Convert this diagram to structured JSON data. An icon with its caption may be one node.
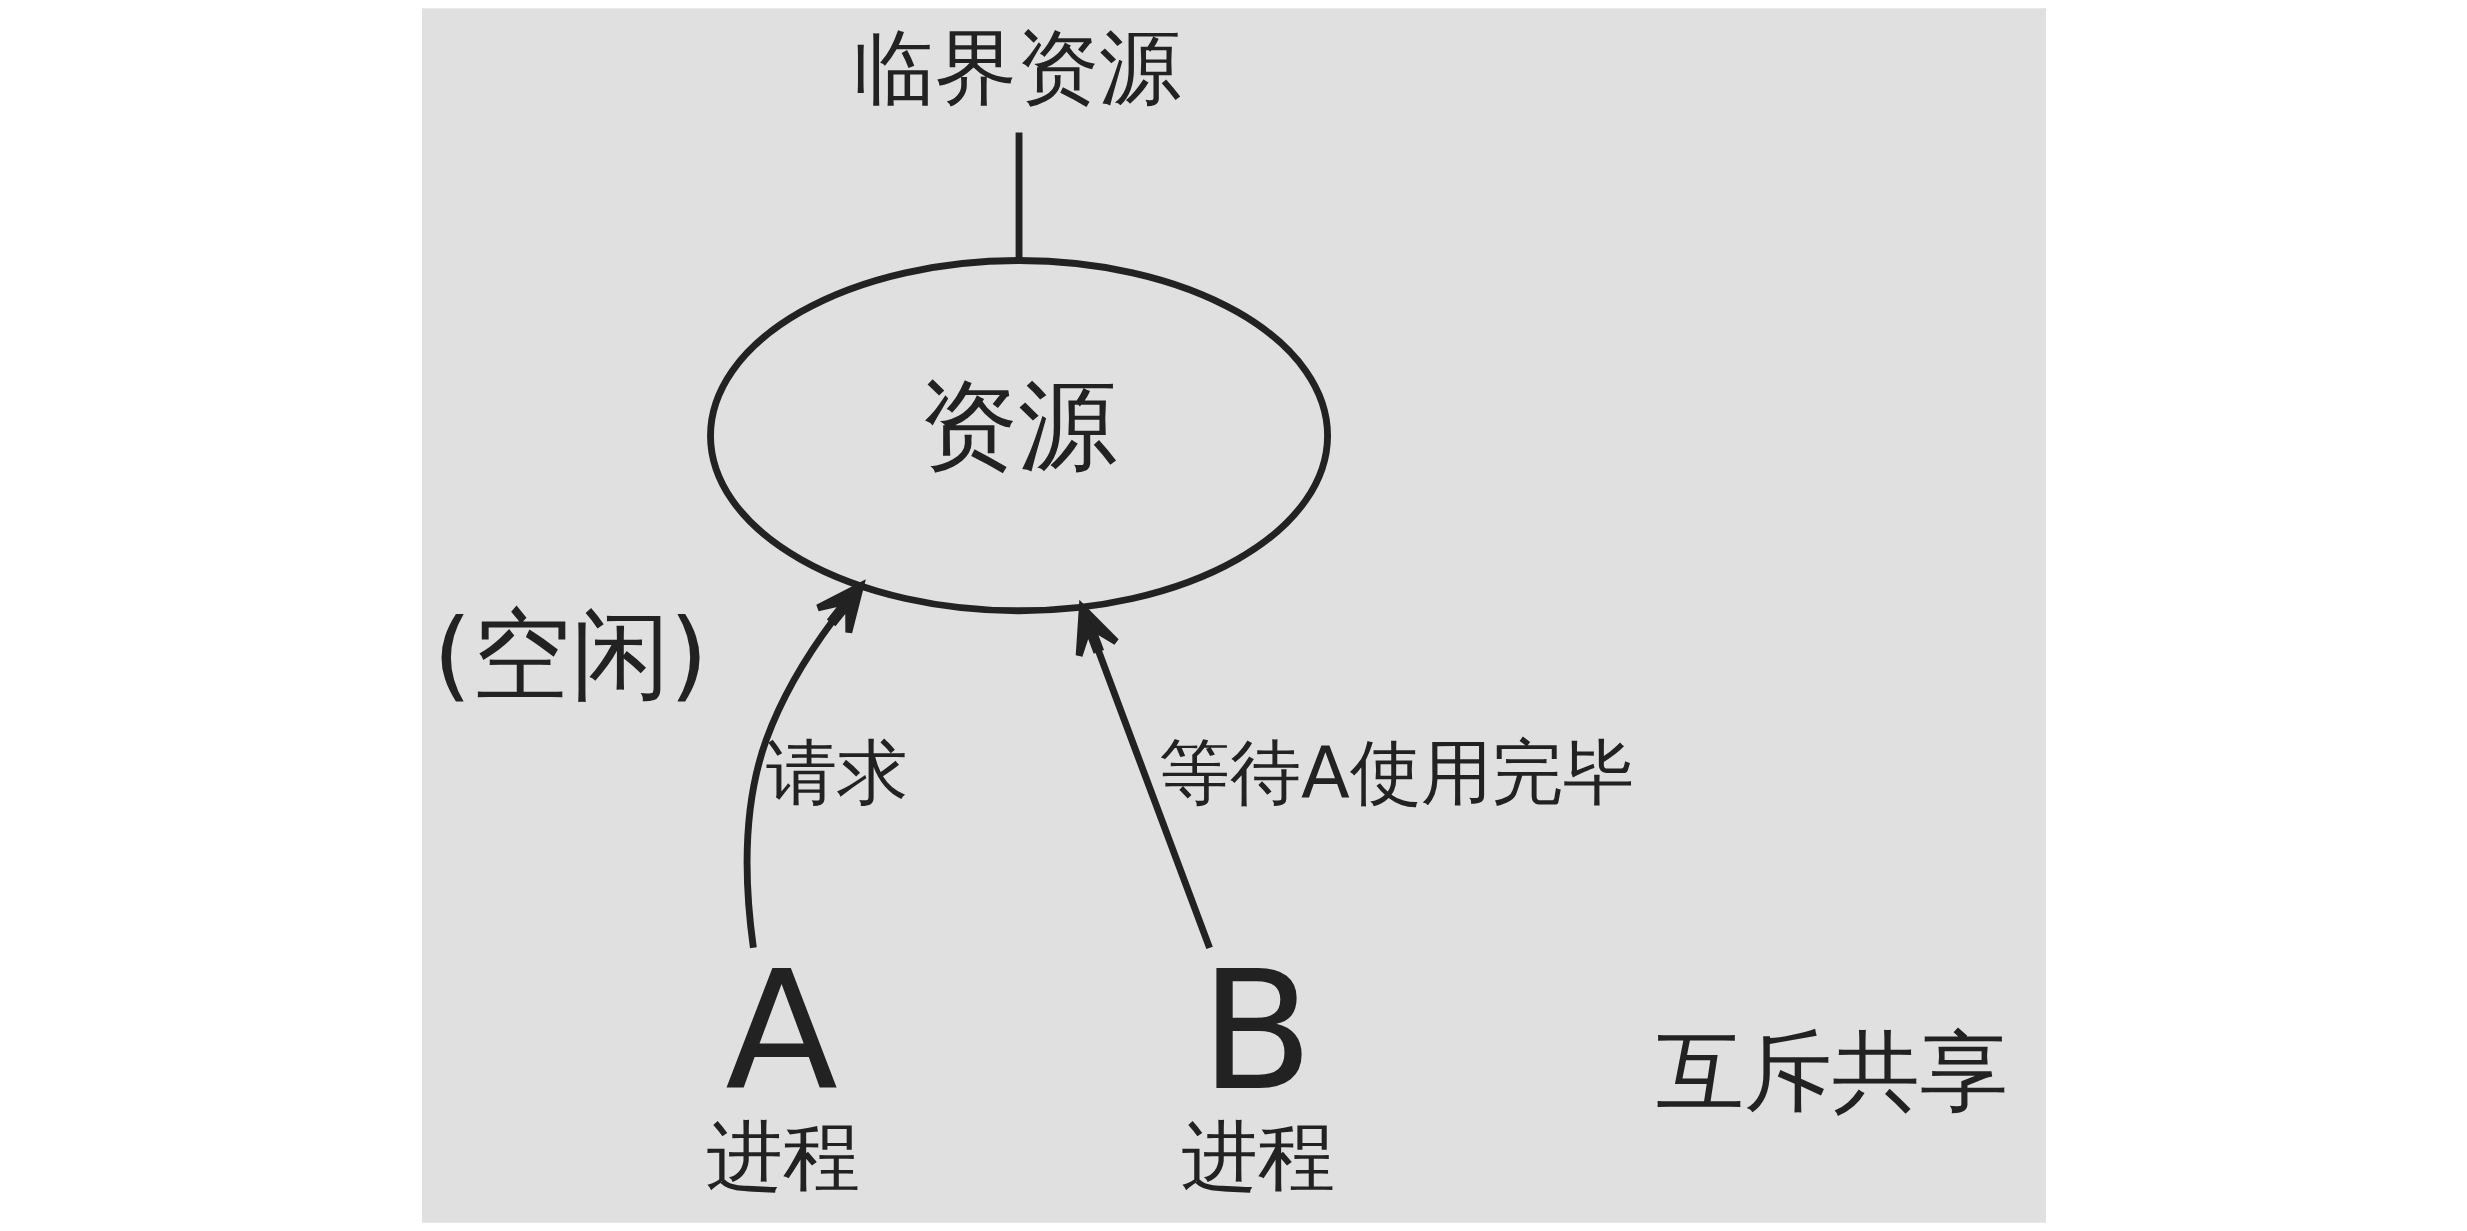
{
  "diagram": {
    "nodes": [
      {
        "text": [
          "临界资源"
        ]
      },
      {
        "text": [
          "资源"
        ],
        "beside": [
          "(空闲)"
        ]
      },
      {
        "text": [
          "A",
          "进程"
        ]
      },
      {
        "text": [
          "B",
          "进程"
        ]
      }
    ],
    "edges": [
      {
        "from": 2,
        "to": 1,
        "arrow": "to",
        "label": "请求"
      },
      {
        "from": 3,
        "to": 1,
        "arrow": "to",
        "label": "等待A使用完毕"
      },
      {
        "from": 0,
        "to": 1,
        "arrow": "none"
      }
    ],
    "labels": [
      "互斥共享"
    ]
  }
}
